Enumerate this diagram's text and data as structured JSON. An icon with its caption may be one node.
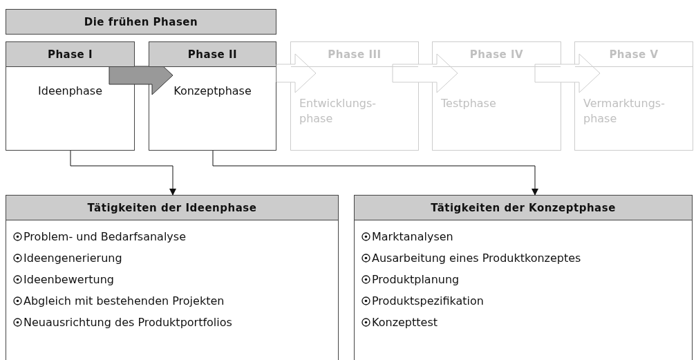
{
  "diagram": {
    "nodes": [
      {
        "text": [
          "Die frühen Phasen"
        ]
      },
      {
        "text": [
          "Phase I",
          "Ideenphase"
        ]
      },
      {
        "text": [
          "Phase II",
          "Konzeptphase"
        ]
      },
      {
        "text": [
          "Phase III",
          "Entwicklungs- phase"
        ]
      },
      {
        "text": [
          "Phase IV",
          "Testphase"
        ]
      },
      {
        "text": [
          "Phase V",
          "Vermarktungs- phase"
        ]
      },
      {
        "text": [
          "Tätigkeiten der Ideenphase",
          "Problem- und Bedarfsanalyse",
          "Ideengenerierung",
          "Ideenbewertung",
          "Abgleich mit bestehenden Projekten",
          "Neuausrichtung des Produktportfolios"
        ]
      },
      {
        "text": [
          "Tätigkeiten der Konzeptphase",
          "Marktanalysen",
          "Ausarbeitung eines Produktkonzeptes",
          "Produktplanung",
          "Produktspezifikation",
          "Konzepttest"
        ]
      }
    ],
    "edges": [
      {
        "from": 1,
        "to": 2,
        "arrow": "to",
        "style": "thick",
        "color": "#999999"
      },
      {
        "from": 2,
        "to": 3,
        "arrow": "to",
        "style": "thick",
        "color": "#cccccc"
      },
      {
        "from": 3,
        "to": 4,
        "arrow": "to",
        "style": "thick",
        "color": "#cccccc"
      },
      {
        "from": 4,
        "to": 5,
        "arrow": "to",
        "style": "thick",
        "color": "#cccccc"
      },
      {
        "from": 1,
        "to": 6,
        "arrow": "to"
      },
      {
        "from": 2,
        "to": 7,
        "arrow": "to"
      }
    ]
  }
}
